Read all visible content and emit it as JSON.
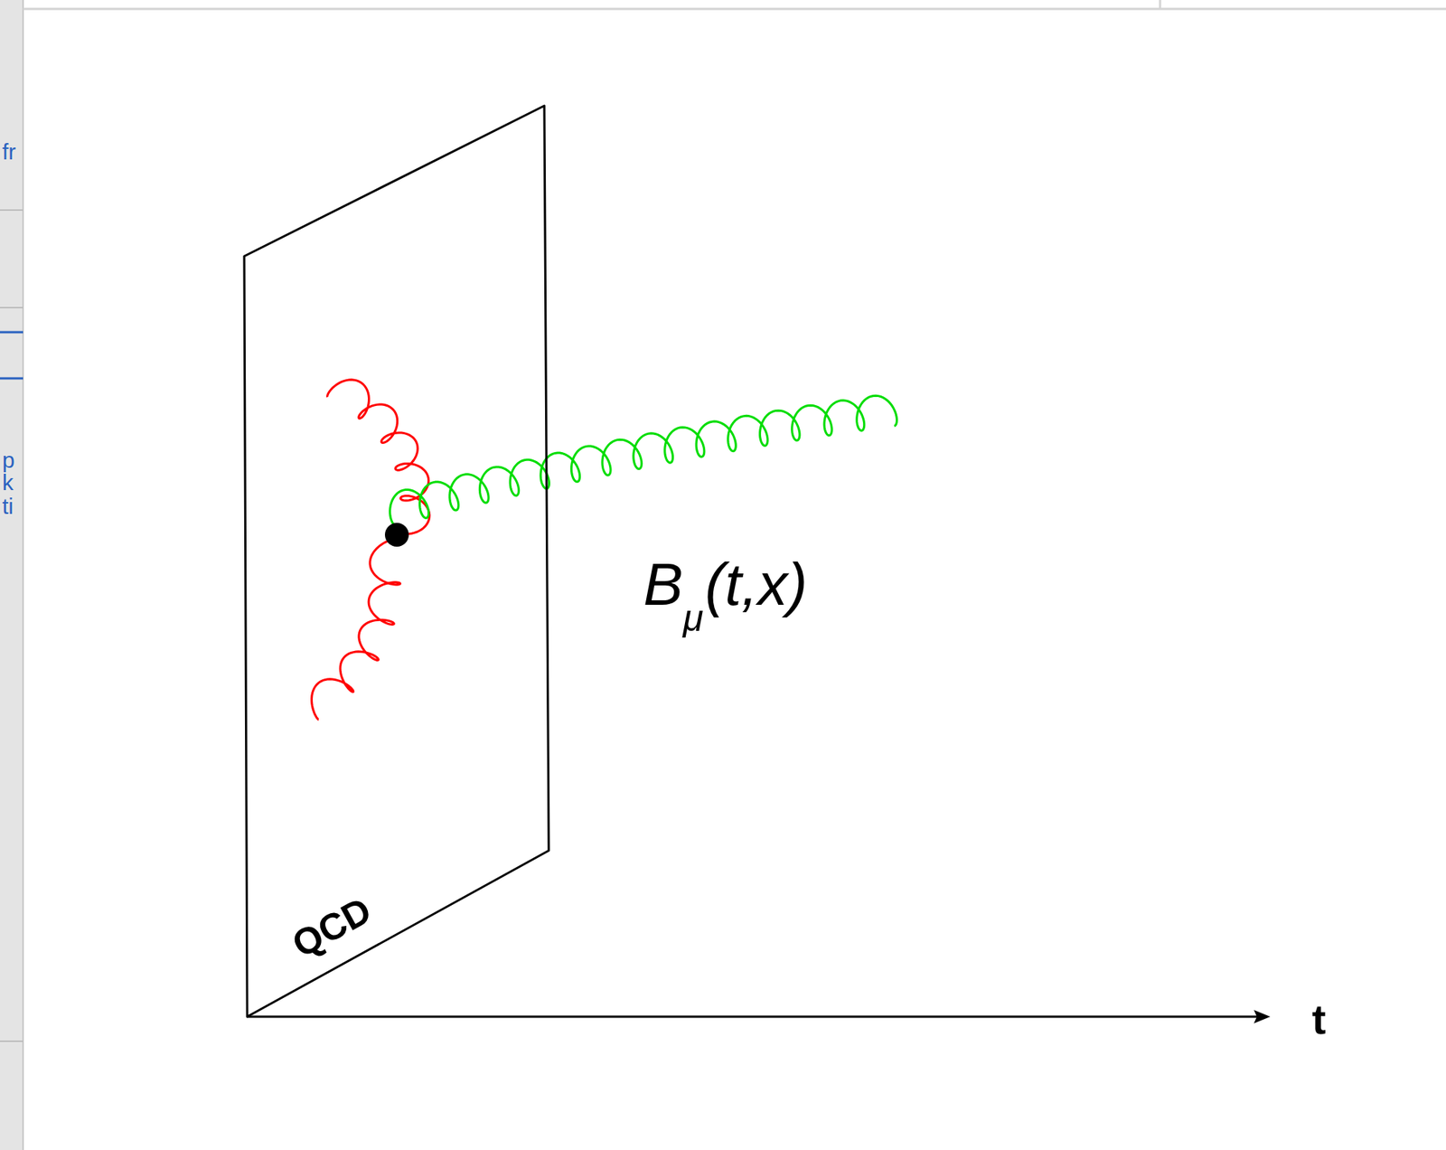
{
  "diagram": {
    "nodes": [
      {
        "text": [
          "QCD"
        ]
      }
    ],
    "labels": [
      "B",
      "μ",
      "(t,x)",
      "t",
      "fr",
      "p",
      "k",
      "ti"
    ]
  }
}
